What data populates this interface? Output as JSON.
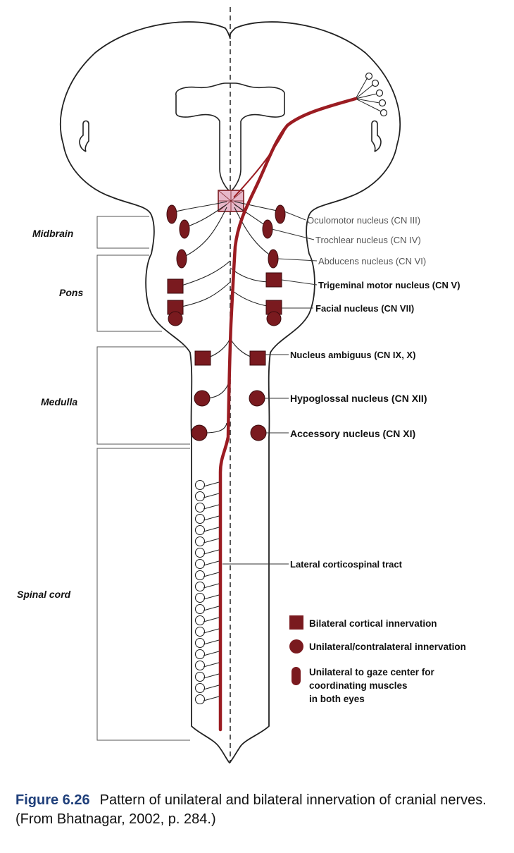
{
  "regions": {
    "midbrain": "Midbrain",
    "pons": "Pons",
    "medulla": "Medulla",
    "spinal_cord": "Spinal cord"
  },
  "nuclei": {
    "oculomotor": "Oculomotor nucleus (CN III)",
    "trochlear": "Trochlear nucleus (CN IV)",
    "abducens": "Abducens nucleus (CN VI)",
    "trigeminal": "Trigeminal motor nucleus (CN V)",
    "facial": "Facial nucleus (CN VII)",
    "ambiguus": "Nucleus ambiguus (CN IX, X)",
    "hypoglossal": "Hypoglossal nucleus (CN XII)",
    "accessory": "Accessory nucleus (CN XI)",
    "tract": "Lateral corticospinal tract"
  },
  "legend": {
    "bilateral": "Bilateral cortical innervation",
    "unilateral": "Unilateral/contralateral innervation",
    "gaze_line1": "Unilateral to gaze center for",
    "gaze_line2": "coordinating muscles",
    "gaze_line3": "in both eyes"
  },
  "caption": {
    "figure_number": "Figure 6.26",
    "text": "Pattern of unilateral and bilateral innervation of cranial nerves. (From Bhatnagar, 2002, p. 284.)"
  },
  "colors": {
    "nucleus": "#7a1a1f",
    "tract": "#9b1c22",
    "gaze_center": "#e7b7c9",
    "outline": "#222222",
    "figure_number": "#1f3f7a"
  }
}
